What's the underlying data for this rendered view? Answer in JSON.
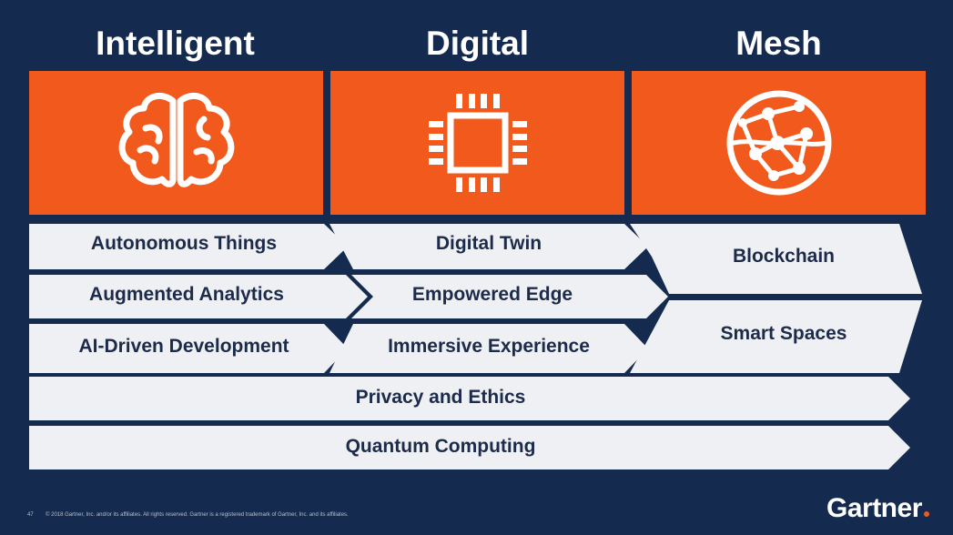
{
  "columns": [
    {
      "title": "Intelligent",
      "icon": "brain-icon"
    },
    {
      "title": "Digital",
      "icon": "chip-icon"
    },
    {
      "title": "Mesh",
      "icon": "globe-network-icon"
    }
  ],
  "trends": {
    "intelligent": [
      "Autonomous Things",
      "Augmented Analytics",
      "AI-Driven Development"
    ],
    "digital": [
      "Digital Twin",
      "Empowered Edge",
      "Immersive Experience"
    ],
    "mesh": [
      "Blockchain",
      "Smart Spaces"
    ],
    "spanning": [
      "Privacy and Ethics",
      "Quantum Computing"
    ]
  },
  "footer": {
    "page_number": "47",
    "copyright": "© 2018 Gartner, Inc. and/or its affiliates. All rights reserved. Gartner is a registered trademark of Gartner, Inc. and its affiliates."
  },
  "logo_text": "Gartner",
  "colors": {
    "background": "#142a4f",
    "accent": "#f25a1d",
    "arrow_fill": "#eef0f4",
    "label_text": "#1d2b4a"
  }
}
